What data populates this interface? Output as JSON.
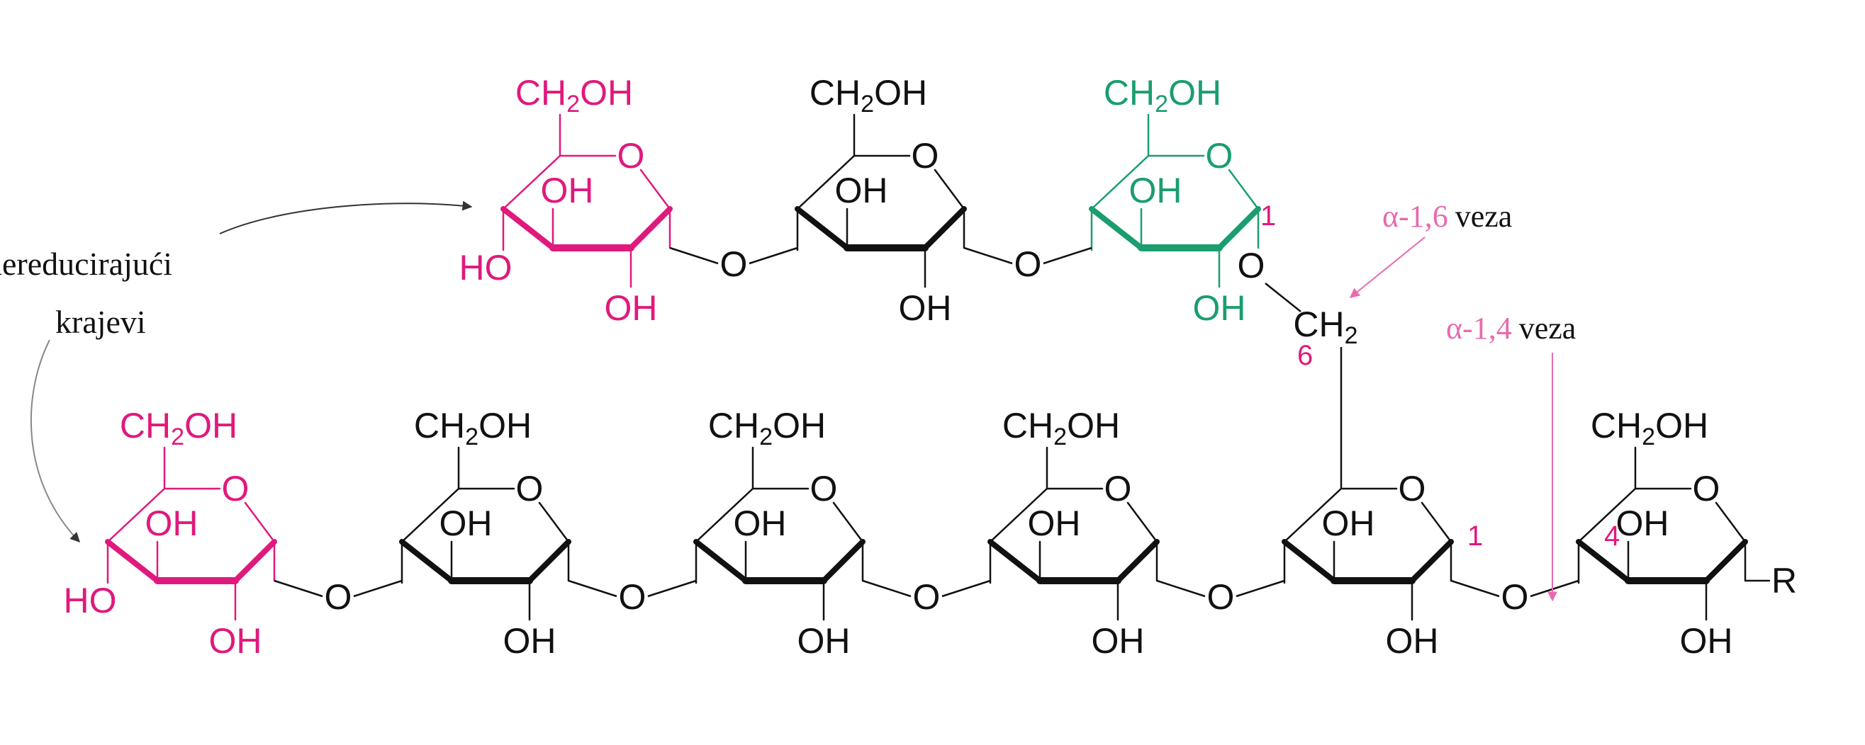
{
  "colors": {
    "black": "#111111",
    "magenta": "#e0197d",
    "green": "#1a9e6e",
    "pink": "#e76aae"
  },
  "labels": {
    "nonreducing": "nereducirajući",
    "ends": "krajevi",
    "alpha16_greek": "α-1,6",
    "alpha16_text": "veza",
    "alpha14_greek": "α-1,4",
    "alpha14_text": "veza",
    "ch2oh_main": "CH",
    "ch2oh_sub": "2",
    "ch2oh_tail": "OH",
    "ch2_main": "CH",
    "ch2_sub": "2",
    "oh": "OH",
    "ho": "HO",
    "o": "O",
    "r": "R",
    "pos1": "1",
    "pos4": "4",
    "pos6": "6"
  },
  "top_chain": [
    {
      "id": "top-1",
      "color": "magenta",
      "has_ho": true
    },
    {
      "id": "top-2",
      "color": "black",
      "has_ho": false
    },
    {
      "id": "top-3",
      "color": "green",
      "has_ho": false
    }
  ],
  "bottom_chain": [
    {
      "id": "bot-1",
      "color": "magenta",
      "has_ho": true
    },
    {
      "id": "bot-2",
      "color": "black",
      "has_ho": false
    },
    {
      "id": "bot-3",
      "color": "black",
      "has_ho": false
    },
    {
      "id": "bot-4",
      "color": "black",
      "has_ho": false
    },
    {
      "id": "bot-5",
      "color": "black",
      "has_ho": false,
      "ch2_linked": true
    },
    {
      "id": "bot-6",
      "color": "black",
      "has_ho": false,
      "end_r": true
    }
  ]
}
